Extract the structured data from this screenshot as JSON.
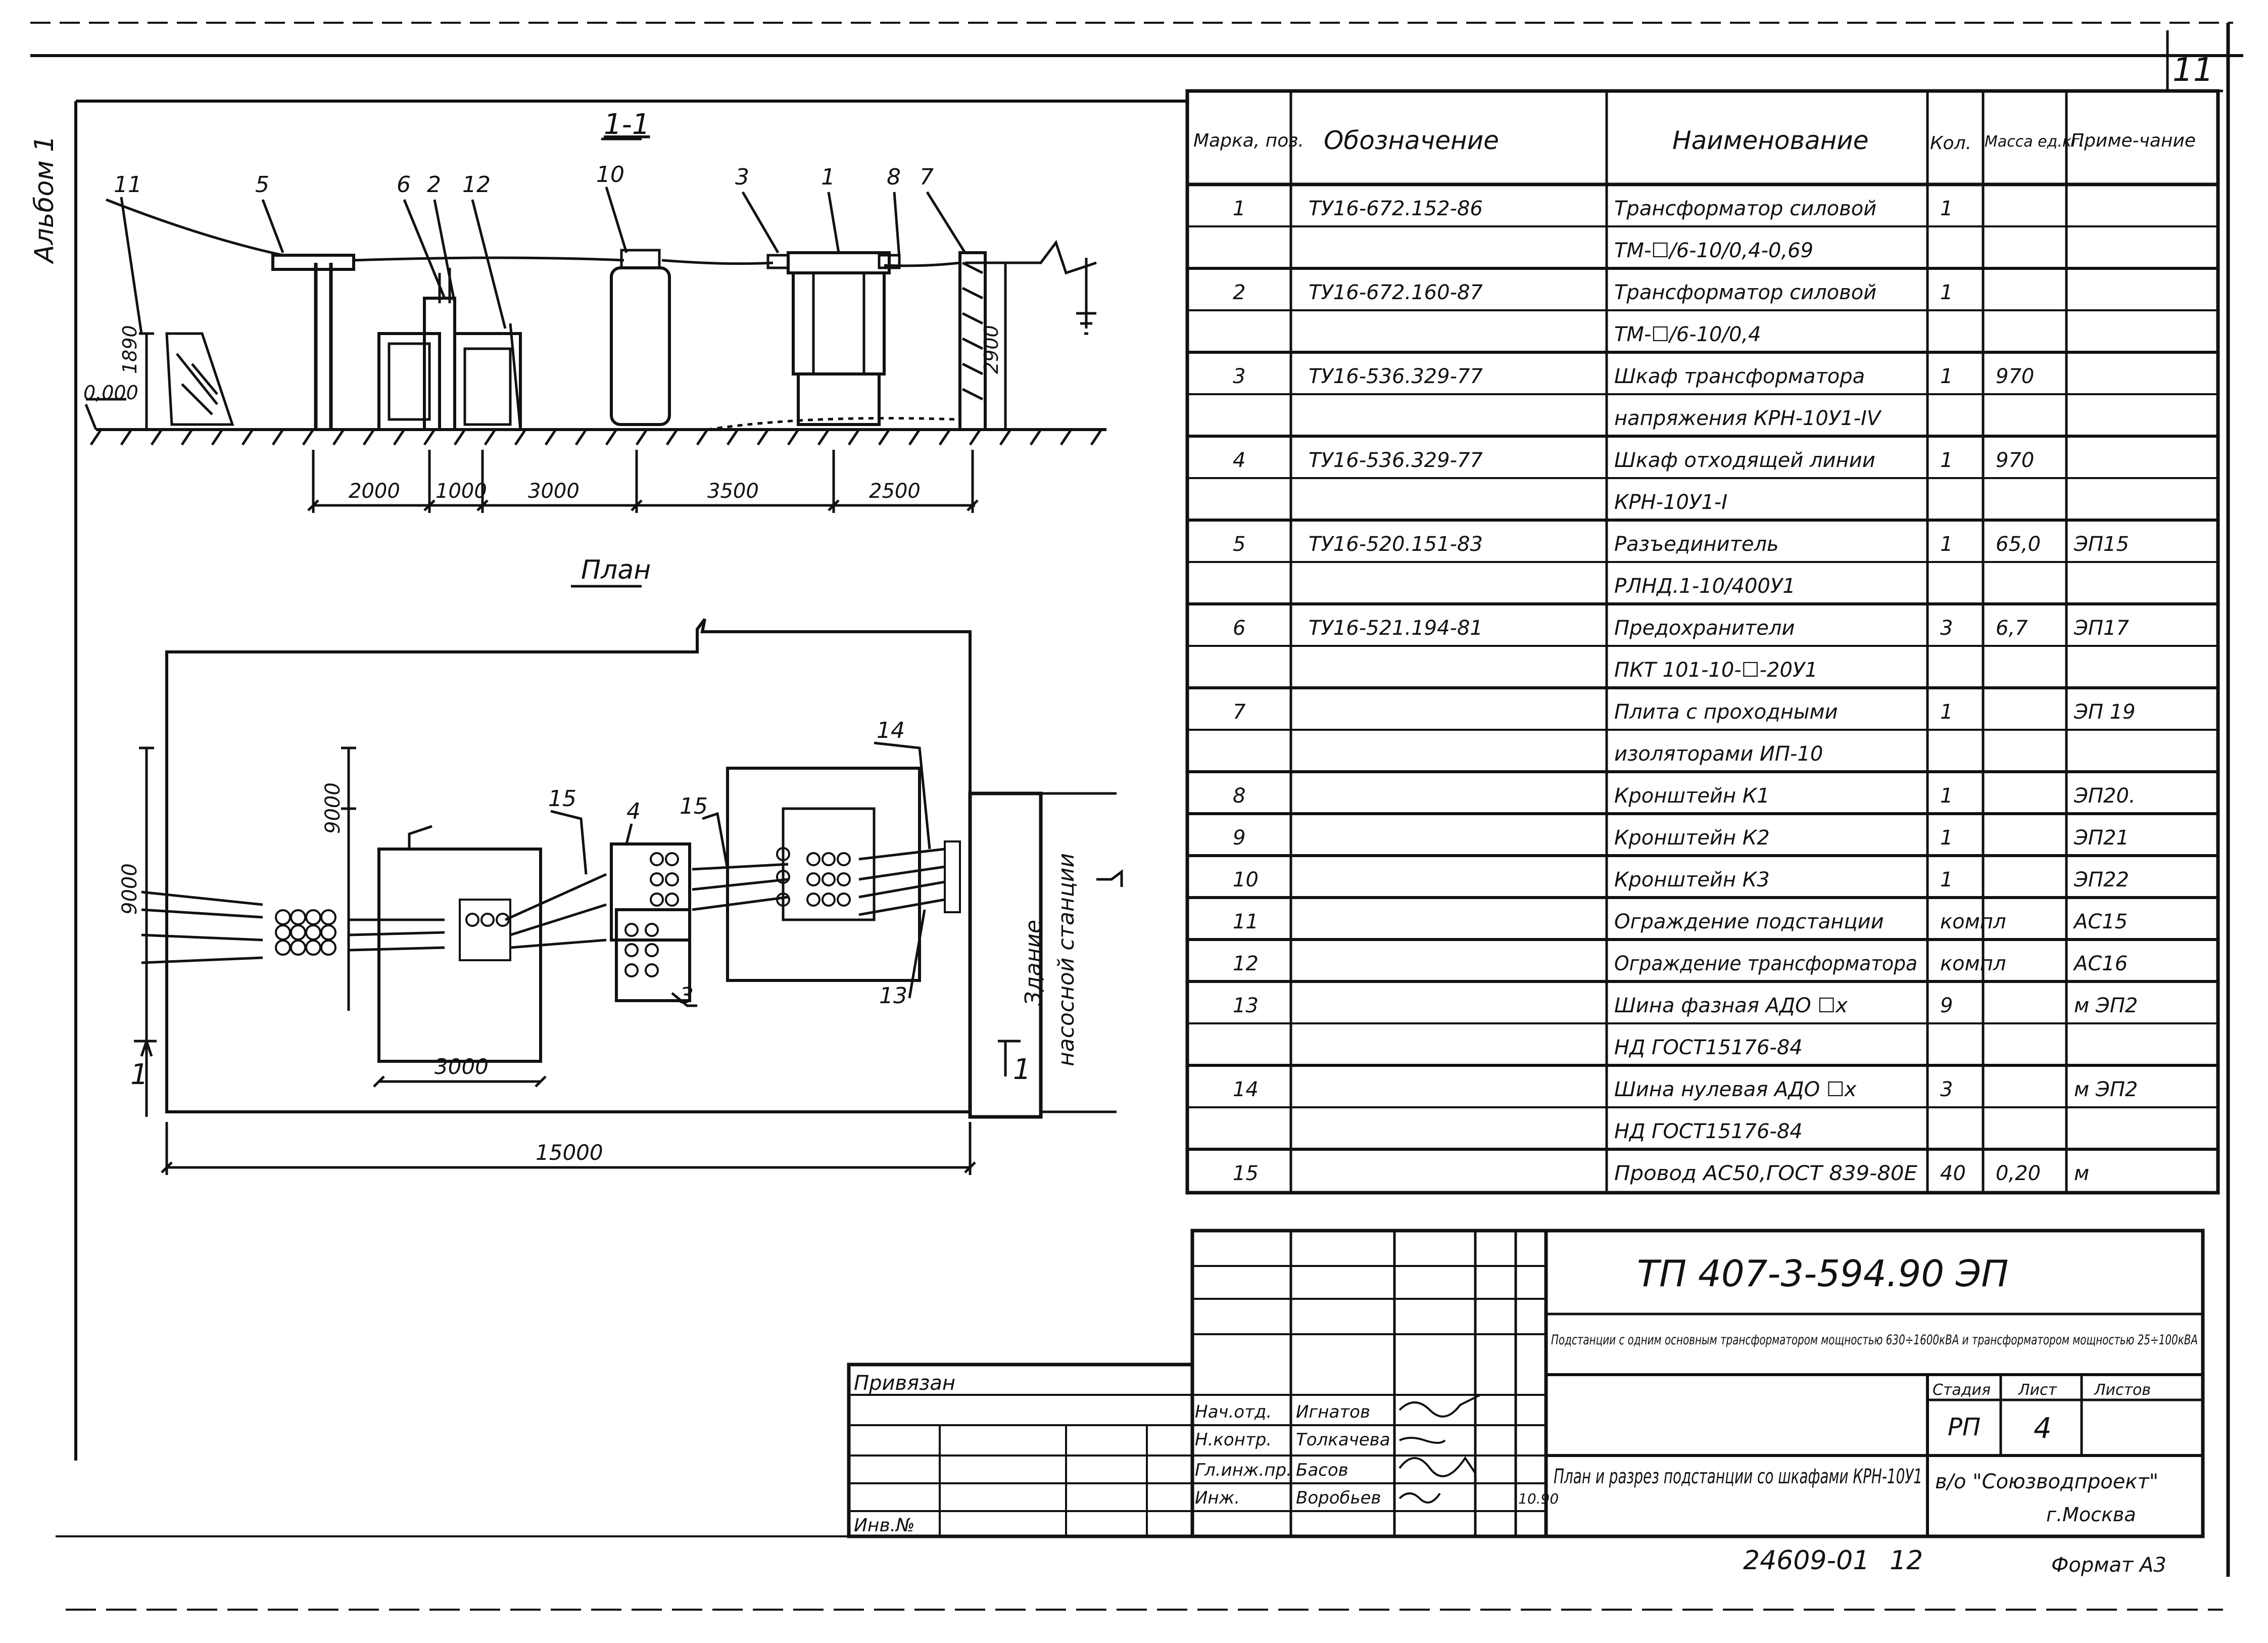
{
  "sheet": {
    "number": "11",
    "album": "Альбом 1"
  },
  "section": {
    "title": "1-1",
    "levels": [
      "0,000",
      "1890",
      "2900"
    ],
    "dims": [
      "2000",
      "1000",
      "3000",
      "3500",
      "2500"
    ],
    "callouts": [
      "11",
      "5",
      "6",
      "2",
      "12",
      "10",
      "3",
      "1",
      "8",
      "7"
    ]
  },
  "plan": {
    "title": "План",
    "dims_vertical": [
      "9000",
      "9000"
    ],
    "dims_horizontal": [
      "3000",
      "15000"
    ],
    "callouts": [
      "15",
      "4",
      "15",
      "14",
      "3",
      "13"
    ],
    "building_label_1": "Здание",
    "building_label_2": "насосной станции",
    "section_mark": "1"
  },
  "spec": {
    "headers": {
      "pos": "Марка, поз.",
      "designation": "Обозначение",
      "name": "Наименование",
      "qty": "Кол.",
      "mass": "Масса ед.кг.",
      "note": "Приме-чание"
    },
    "rows": [
      {
        "pos": "1",
        "designation": "ТУ16-672.152-86",
        "name": "Трансформатор силовой",
        "qty": "1",
        "mass": "",
        "note": ""
      },
      {
        "pos": "",
        "designation": "",
        "name": "ТМ-☐/6-10/0,4-0,69",
        "qty": "",
        "mass": "",
        "note": ""
      },
      {
        "pos": "2",
        "designation": "ТУ16-672.160-87",
        "name": "Трансформатор силовой",
        "qty": "1",
        "mass": "",
        "note": ""
      },
      {
        "pos": "",
        "designation": "",
        "name": "ТМ-☐/6-10/0,4",
        "qty": "",
        "mass": "",
        "note": ""
      },
      {
        "pos": "3",
        "designation": "ТУ16-536.329-77",
        "name": "Шкаф трансформатора",
        "qty": "1",
        "mass": "970",
        "note": ""
      },
      {
        "pos": "",
        "designation": "",
        "name": "напряжения КРН-10У1-IV",
        "qty": "",
        "mass": "",
        "note": ""
      },
      {
        "pos": "4",
        "designation": "ТУ16-536.329-77",
        "name": "Шкаф отходящей линии",
        "qty": "1",
        "mass": "970",
        "note": ""
      },
      {
        "pos": "",
        "designation": "",
        "name": "КРН-10У1-I",
        "qty": "",
        "mass": "",
        "note": ""
      },
      {
        "pos": "5",
        "designation": "ТУ16-520.151-83",
        "name": "Разъединитель",
        "qty": "1",
        "mass": "65,0",
        "note": "ЭП15"
      },
      {
        "pos": "",
        "designation": "",
        "name": "РЛНД.1-10/400У1",
        "qty": "",
        "mass": "",
        "note": ""
      },
      {
        "pos": "6",
        "designation": "ТУ16-521.194-81",
        "name": "Предохранители",
        "qty": "3",
        "mass": "6,7",
        "note": "ЭП17"
      },
      {
        "pos": "",
        "designation": "",
        "name": "ПКТ 101-10-☐-20У1",
        "qty": "",
        "mass": "",
        "note": ""
      },
      {
        "pos": "7",
        "designation": "",
        "name": "Плита с проходными",
        "qty": "1",
        "mass": "",
        "note": "ЭП 19"
      },
      {
        "pos": "",
        "designation": "",
        "name": "изоляторами ИП-10",
        "qty": "",
        "mass": "",
        "note": ""
      },
      {
        "pos": "8",
        "designation": "",
        "name": "Кронштейн К1",
        "qty": "1",
        "mass": "",
        "note": "ЭП20."
      },
      {
        "pos": "9",
        "designation": "",
        "name": "Кронштейн К2",
        "qty": "1",
        "mass": "",
        "note": "ЭП21"
      },
      {
        "pos": "10",
        "designation": "",
        "name": "Кронштейн К3",
        "qty": "1",
        "mass": "",
        "note": "ЭП22"
      },
      {
        "pos": "11",
        "designation": "",
        "name": "Ограждение подстанции",
        "qty": "компл",
        "mass": "",
        "note": "АС15"
      },
      {
        "pos": "12",
        "designation": "",
        "name": "Ограждение трансформатора",
        "qty": "компл",
        "mass": "",
        "note": "АС16"
      },
      {
        "pos": "13",
        "designation": "",
        "name": "Шина фазная АДО ☐x",
        "qty": "9",
        "mass": "",
        "note": "м ЭП2"
      },
      {
        "pos": "",
        "designation": "",
        "name": "НД ГОСТ15176-84",
        "qty": "",
        "mass": "",
        "note": ""
      },
      {
        "pos": "14",
        "designation": "",
        "name": "Шина нулевая АДО ☐x",
        "qty": "3",
        "mass": "",
        "note": "м ЭП2"
      },
      {
        "pos": "",
        "designation": "",
        "name": "НД ГОСТ15176-84",
        "qty": "",
        "mass": "",
        "note": ""
      },
      {
        "pos": "15",
        "designation": "",
        "name": "Провод АС50,ГОСТ 839-80Е",
        "qty": "40",
        "mass": "0,20",
        "note": "м"
      }
    ]
  },
  "stamp": {
    "code": "ТП 407-3-594.90 ЭП",
    "description": "Подстанции с одним основным трансформатором мощностью 630÷1600кВА и трансформатором мощностью 25÷100кВА",
    "privyazan": "Привязан",
    "inv_no": "Инв.№",
    "roles": [
      {
        "role": "Нач.отд.",
        "name": "Игнатов",
        "date": ""
      },
      {
        "role": "Н.контр.",
        "name": "Толкачева",
        "date": ""
      },
      {
        "role": "Гл.инж.пр.",
        "name": "Басов",
        "date": ""
      },
      {
        "role": "Инж.",
        "name": "Воробьев",
        "date": "10.90"
      }
    ],
    "title": "План и разрез подстанции со шкафами КРН-10У1",
    "stage_label": "Стадия",
    "sheet_label": "Лист",
    "sheets_label": "Листов",
    "stage": "РП",
    "sheet": "4",
    "org": "в/о \"Союзводпроект\"",
    "city": "г.Москва",
    "archive": "24609-01",
    "page": "12",
    "format": "Формат А3"
  }
}
